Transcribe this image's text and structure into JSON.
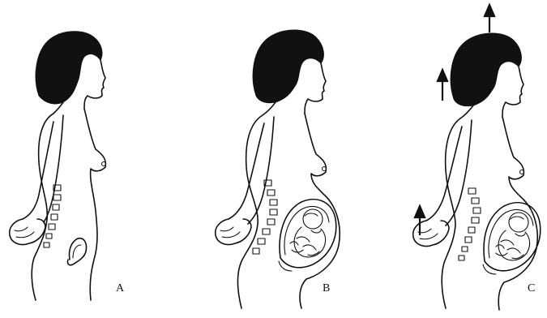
{
  "panels": [
    {
      "label": "A",
      "pregnancy_stage": "not-pregnant"
    },
    {
      "label": "B",
      "pregnancy_stage": "pregnant"
    },
    {
      "label": "C",
      "pregnancy_stage": "pregnant-with-corrected-posture"
    }
  ],
  "icons": {
    "posture_arrow": "up-arrow-icon"
  }
}
